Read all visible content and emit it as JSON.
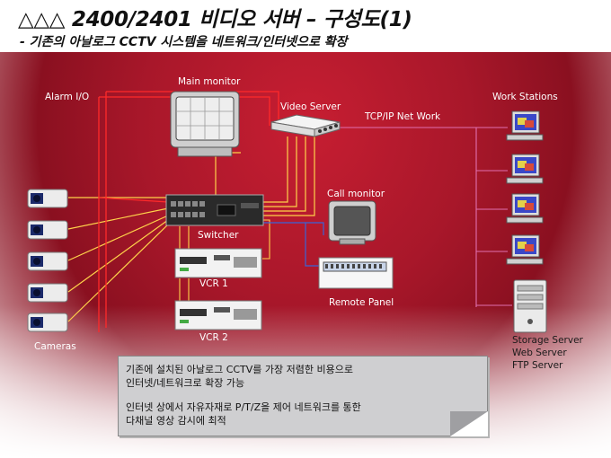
{
  "header": {
    "title": "△△△ 2400/2401 비디오 서버 – 구성도(1)",
    "subtitle": "- 기존의 아날로그 CCTV 시스템을 네트워크/인터넷으로 확장"
  },
  "labels": {
    "alarm": "Alarm I/O",
    "main_monitor": "Main monitor",
    "video_server": "Video Server",
    "tcpip": "TCP/IP Net Work",
    "work_stations": "Work Stations",
    "call_monitor": "Call monitor",
    "switcher": "Switcher",
    "vcr1": "VCR 1",
    "vcr2": "VCR 2",
    "remote_panel": "Remote Panel",
    "cameras": "Cameras",
    "server_lines": [
      "Storage Server",
      "Web Server",
      "FTP Server"
    ]
  },
  "note": {
    "lines": [
      "기존에 설치된 아날로그 CCTV를 가장 저렴한  비용으로",
      "인터넷/네트워크로 확장  가능",
      "인터넷 상에서 자유자재로 P/T/Z을 제어 네트워크를 통한",
      "다채널 영상 감시에 최적"
    ]
  },
  "colors": {
    "background": "#a8172a",
    "wire_yellow": "#ffd24a",
    "wire_red": "#ff2a2a",
    "wire_network": "#e070b0",
    "wire_blue": "#3a63d6"
  }
}
